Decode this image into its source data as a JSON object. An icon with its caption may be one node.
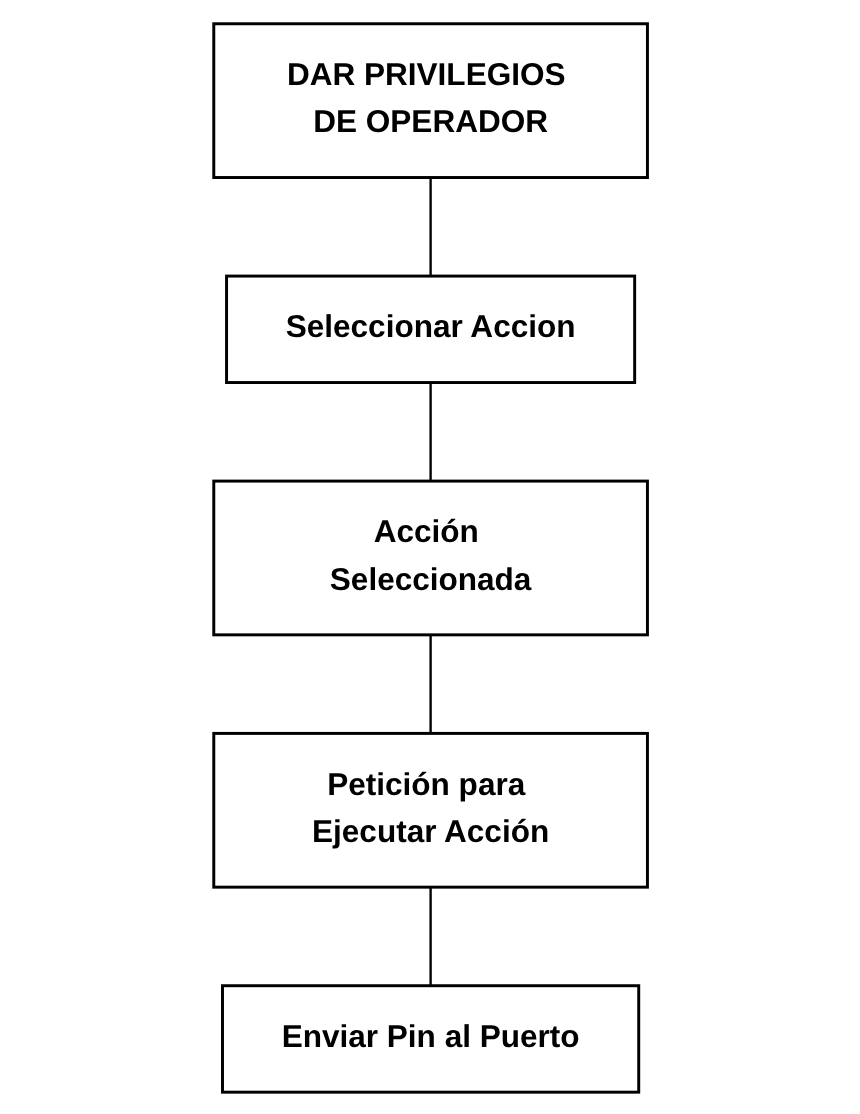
{
  "diagram": {
    "nodes": [
      {
        "text": [
          "DAR PRIVILEGIOS DE OPERADOR"
        ]
      },
      {
        "text": [
          "Seleccionar Accion"
        ]
      },
      {
        "text": [
          "Acción Seleccionada"
        ]
      },
      {
        "text": [
          "Petición para Ejecutar Acción"
        ]
      },
      {
        "text": [
          "Enviar Pin al Puerto"
        ]
      }
    ],
    "edges": [
      {
        "from": 0,
        "to": 1,
        "arrow": "none"
      },
      {
        "from": 1,
        "to": 2,
        "arrow": "none"
      },
      {
        "from": 2,
        "to": 3,
        "arrow": "none"
      },
      {
        "from": 3,
        "to": 4,
        "arrow": "none"
      }
    ]
  }
}
